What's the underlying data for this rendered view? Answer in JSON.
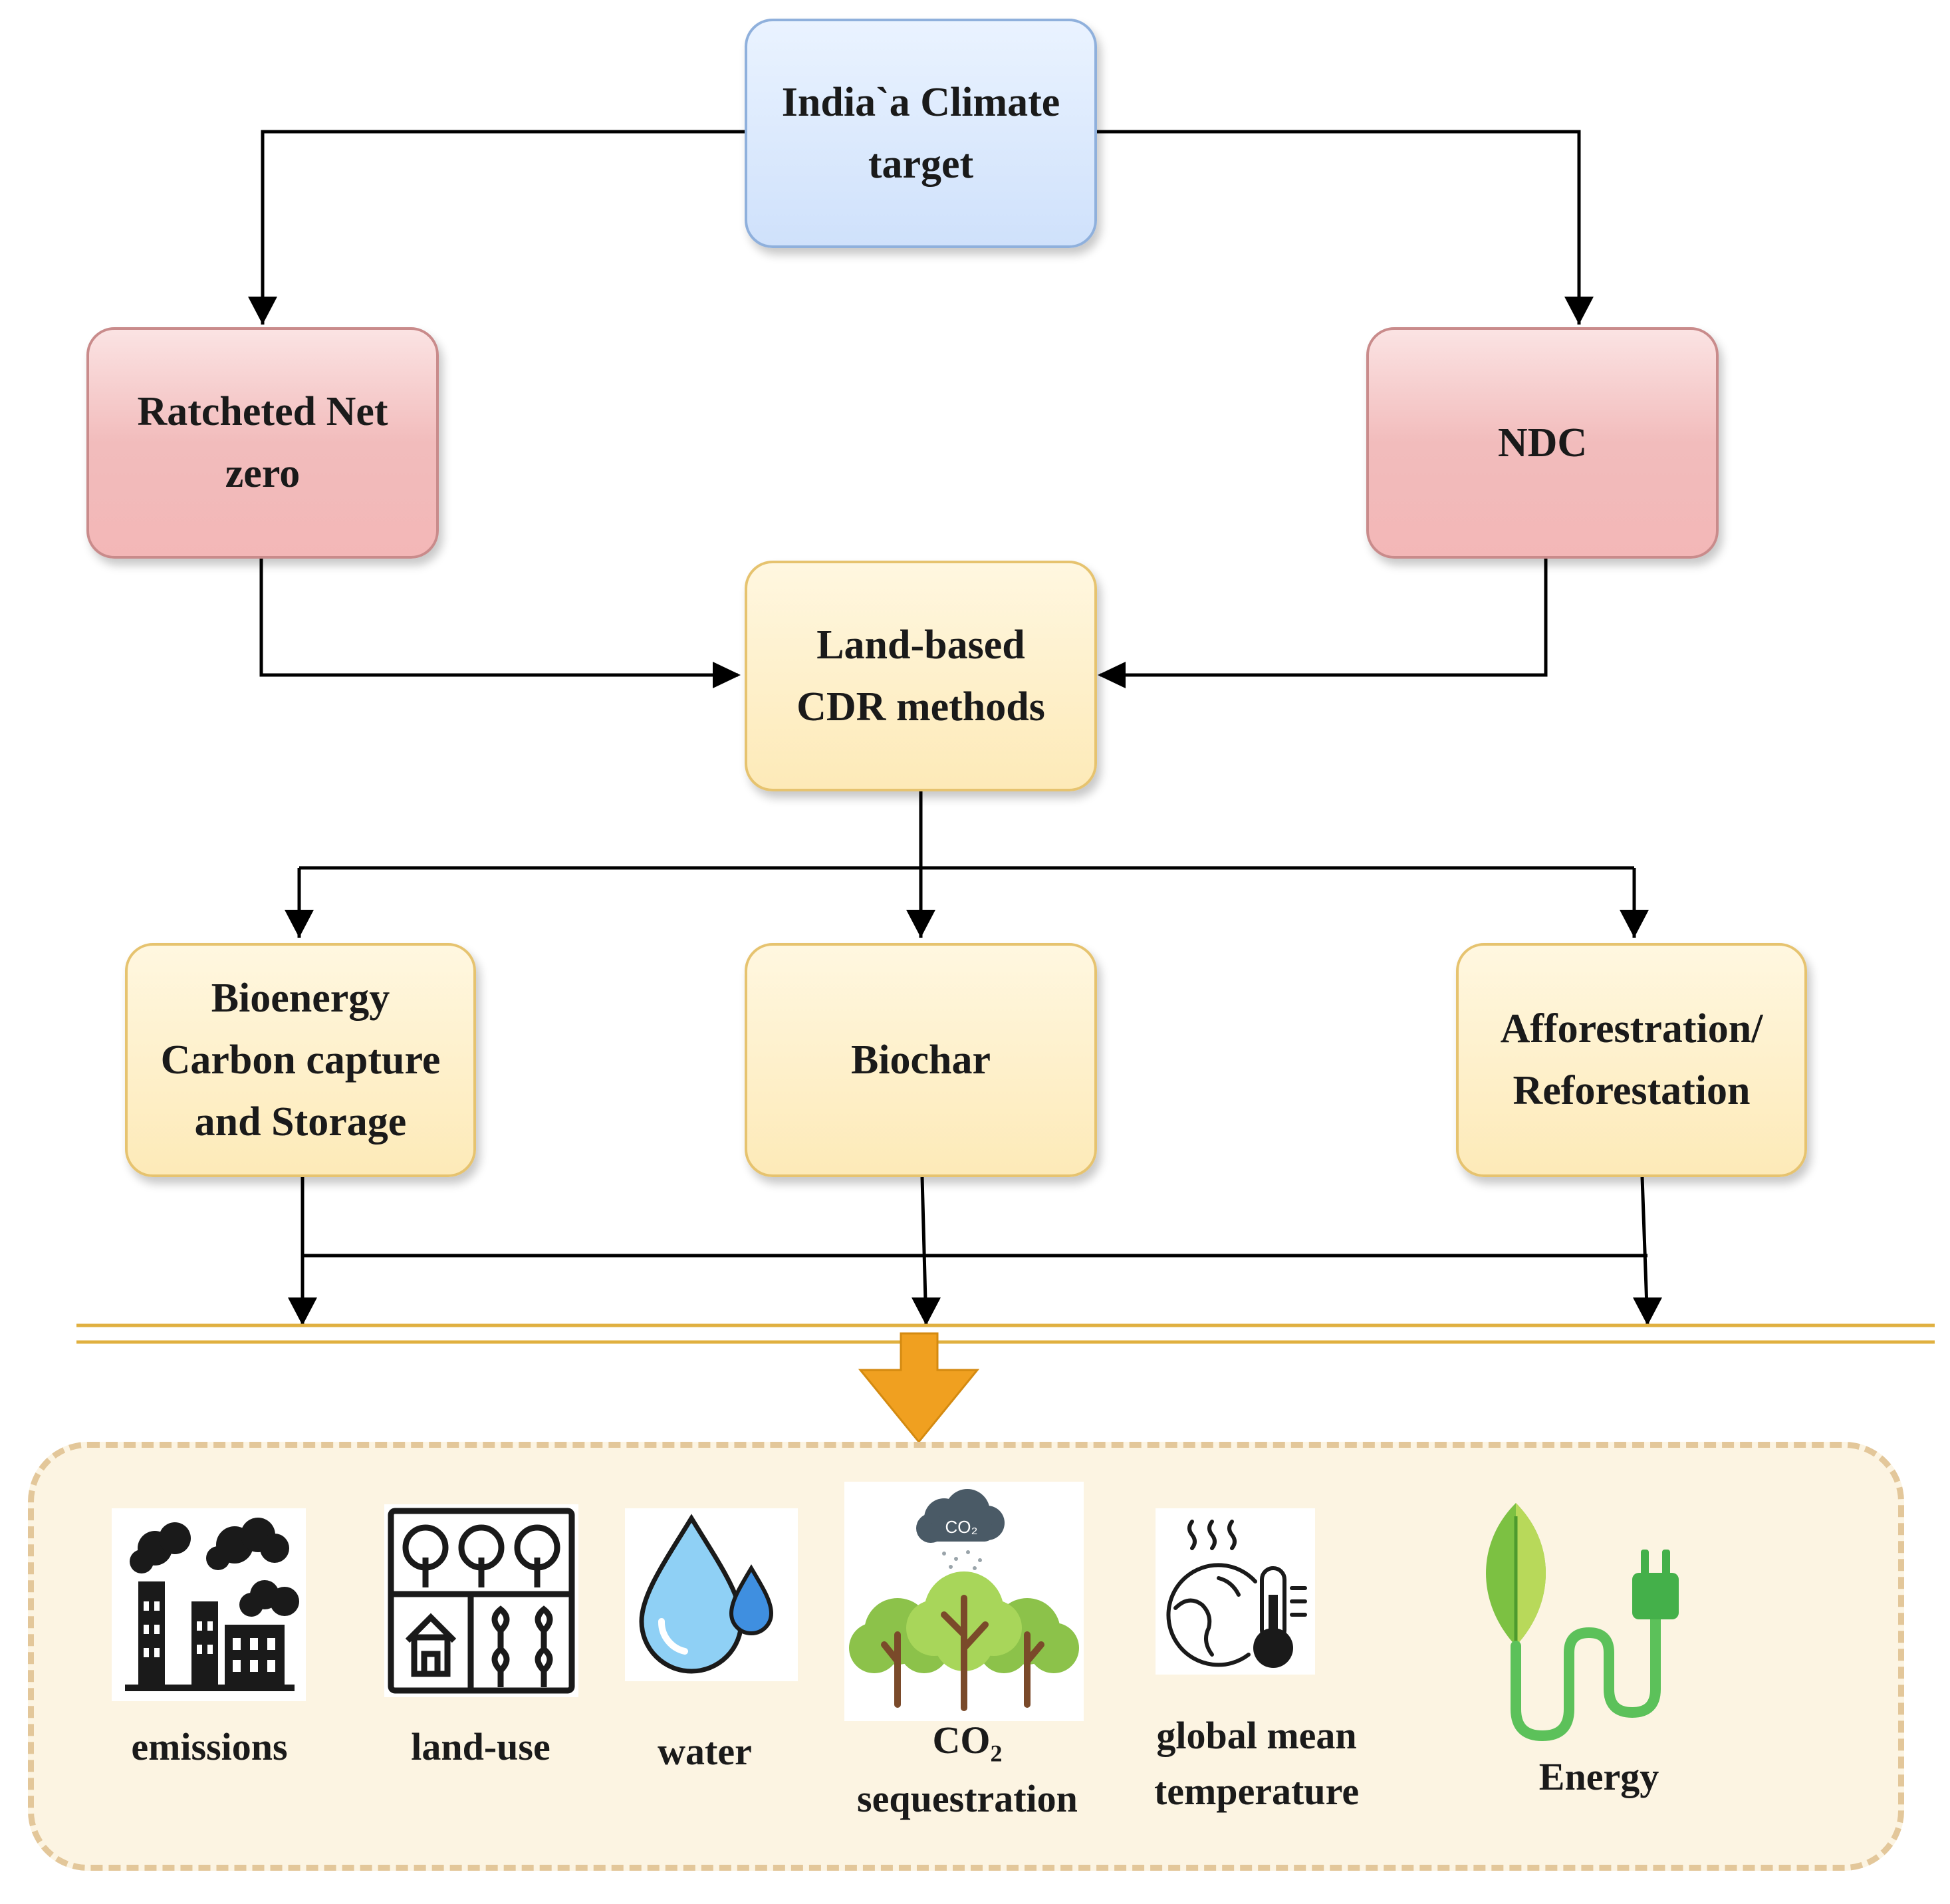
{
  "nodes": {
    "top": {
      "line1": "India`a Climate",
      "line2": "target"
    },
    "ratcheted": {
      "line1": "Ratcheted Net",
      "line2": "zero"
    },
    "ndc": {
      "label": "NDC"
    },
    "land_based": {
      "line1": "Land-based",
      "line2": "CDR methods"
    },
    "beccs": {
      "line1": "Bioenergy",
      "line2": "Carbon capture",
      "line3": "and Storage"
    },
    "biochar": {
      "label": "Biochar"
    },
    "afforestation": {
      "line1": "Afforestration/",
      "line2": "Reforestation"
    }
  },
  "impacts": {
    "emissions": "emissions",
    "land_use": "land-use",
    "water": "water",
    "co2_main": "CO",
    "co2_sub": "2",
    "co2_line2": "sequestration",
    "cloud_co2": "CO₂",
    "gmt_line1": "global mean",
    "gmt_line2": "temperature",
    "energy": "Energy"
  },
  "icons": [
    "factory-icon",
    "land-use-grid-icon",
    "water-drops-icon",
    "co2-trees-icon",
    "globe-thermometer-icon",
    "leaf-plug-icon"
  ],
  "colors": {
    "blue_box": "#cfe1fb",
    "red_box": "#f2bcbc",
    "yellow_box": "#fdeab8",
    "arrow": "#000000",
    "divider": "#e0b040",
    "big_arrow": "#f0a020",
    "panel_fill": "#fcf4e2",
    "panel_border": "#e3c79a"
  }
}
